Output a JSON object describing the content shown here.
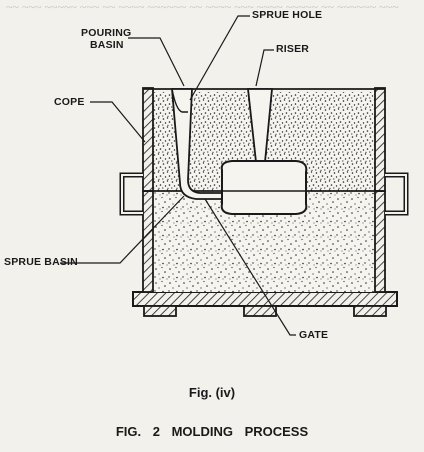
{
  "labels": {
    "pouring_basin_1": "POURING",
    "pouring_basin_2": "BASIN",
    "sprue_hole": "SPRUE HOLE",
    "riser": "RISER",
    "cope": "COPE",
    "sprue_basin": "SPRUE BASIN",
    "gate": "GATE"
  },
  "captions": {
    "figure": "Fig. (iv)",
    "title": "FIG. 2    MOLDING  PROCESS"
  },
  "colors": {
    "ink": "#1a1a1a",
    "paper": "#f3f1ec"
  }
}
